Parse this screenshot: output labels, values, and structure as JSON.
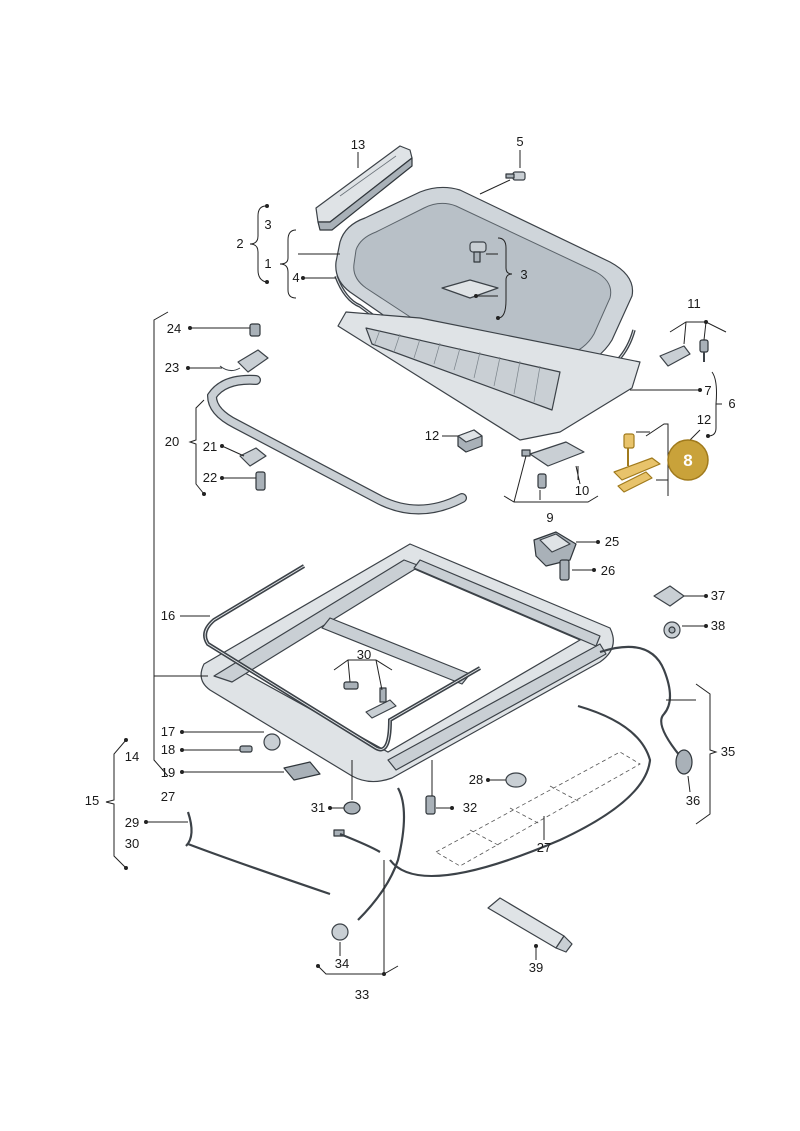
{
  "labels": {
    "l1": "1",
    "l2": "2",
    "l3a": "3",
    "l3b": "3",
    "l4": "4",
    "l5": "5",
    "l6": "6",
    "l7": "7",
    "l8": "8",
    "l9": "9",
    "l10": "10",
    "l11": "11",
    "l12a": "12",
    "l12b": "12",
    "l13": "13",
    "l14": "14",
    "l15": "15",
    "l16": "16",
    "l17": "17",
    "l18": "18",
    "l19": "19",
    "l20": "20",
    "l21": "21",
    "l22": "22",
    "l23": "23",
    "l24": "24",
    "l25": "25",
    "l26": "26",
    "l27a": "27",
    "l27b": "27",
    "l28": "28",
    "l29a": "29",
    "l30a": "30",
    "l30b": "30",
    "l31": "31",
    "l32": "32",
    "l33": "33",
    "l34": "34",
    "l35": "35",
    "l36": "36",
    "l37": "37",
    "l38": "38",
    "l39": "39"
  },
  "highlight": {
    "badge_label": "8",
    "badge_color": "#c9a23a"
  }
}
